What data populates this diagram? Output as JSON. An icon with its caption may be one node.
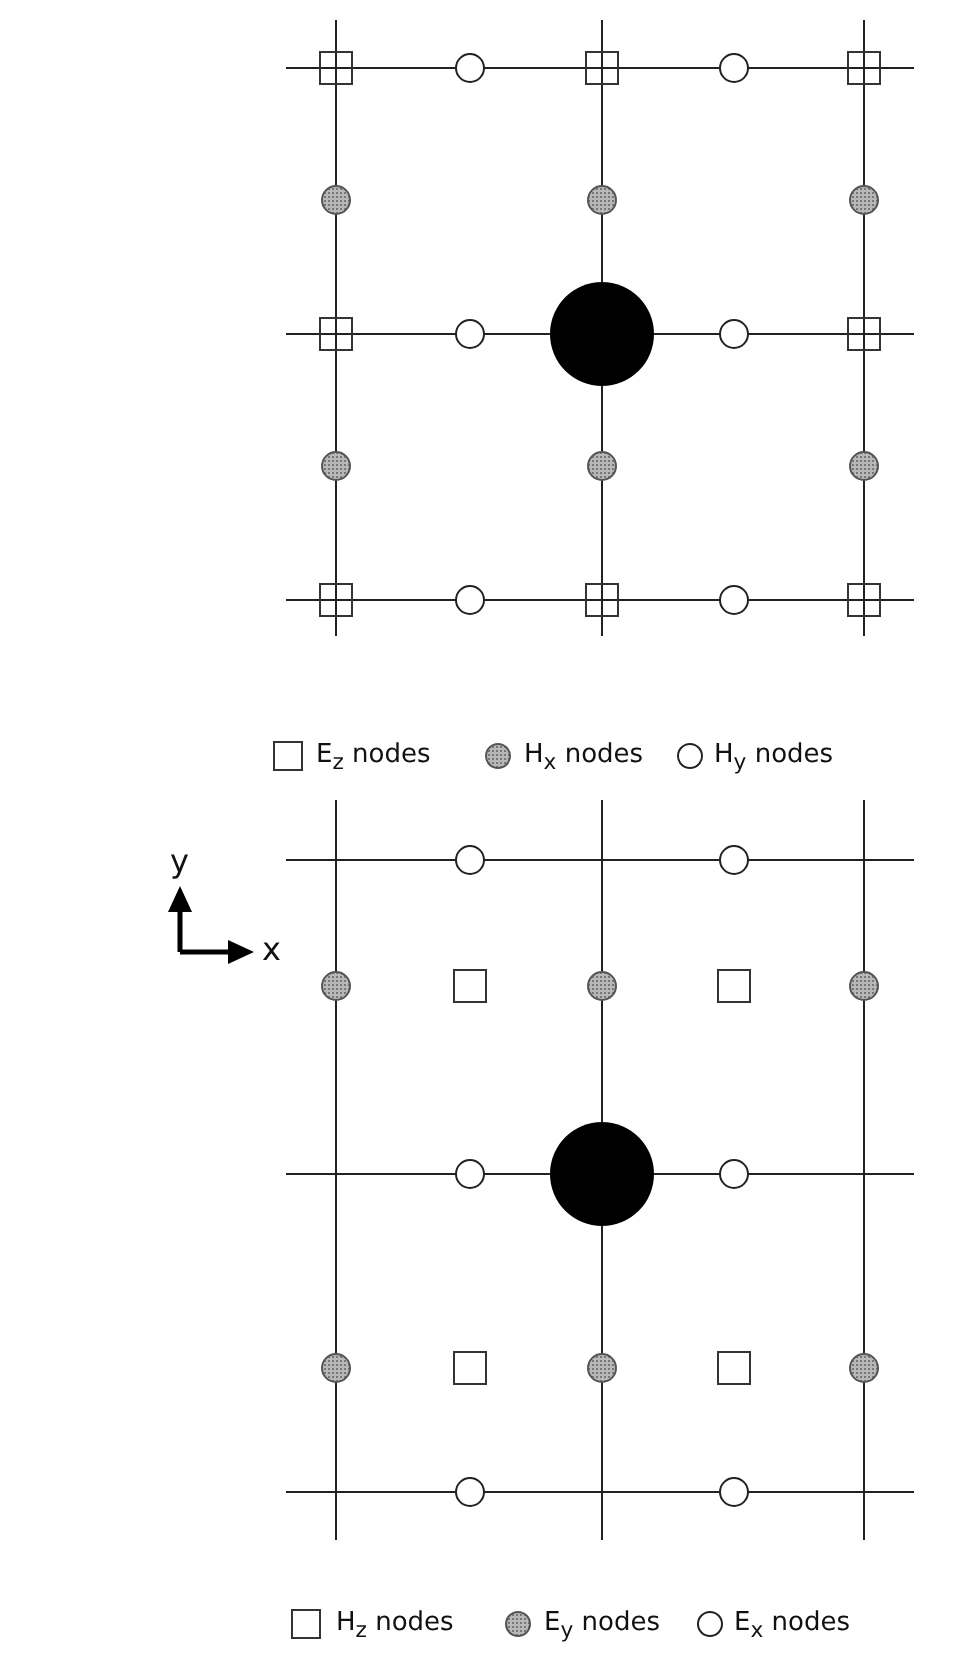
{
  "diagram": {
    "labels": [
      "y",
      "x"
    ],
    "legend": [
      {
        "text": "E$_{z}$ nodes"
      },
      {
        "text": "H$_{x}$ nodes"
      },
      {
        "text": "H$_{y}$ nodes"
      },
      {
        "text": "H$_{z}$ nodes"
      },
      {
        "text": "E$_{y}$ nodes"
      },
      {
        "text": "E$_{x}$ nodes"
      }
    ]
  }
}
